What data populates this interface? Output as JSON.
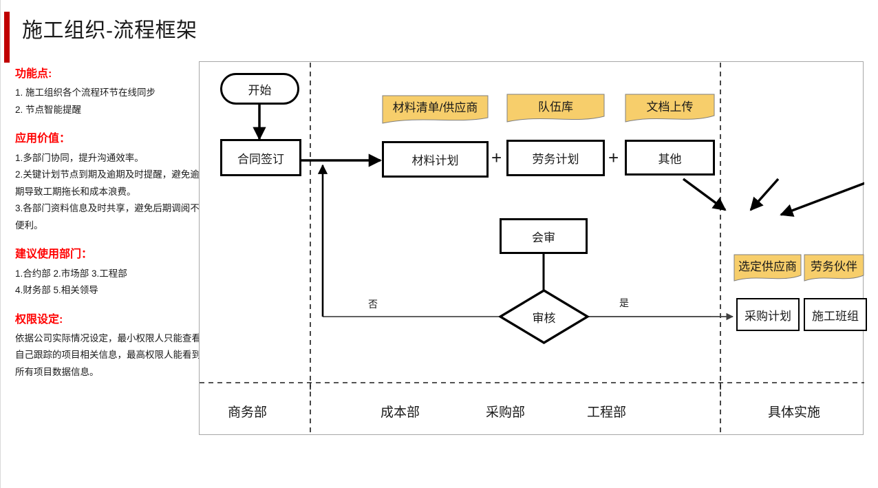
{
  "slide": {
    "title": "施工组织-流程框架",
    "accent_color": "#c00000",
    "heading_color": "#ff0000",
    "sticky_color": "#f7ce6b"
  },
  "notes": {
    "sections": [
      {
        "heading": "功能点:",
        "lines": [
          "1. 施工组织各个流程环节在线同步",
          "2. 节点智能提醒"
        ]
      },
      {
        "heading": "应用价值：",
        "lines": [
          "1.多部门协同，提升沟通效率。",
          "2.关键计划节点到期及逾期及时提醒，避免逾期导致工期拖长和成本浪费。",
          "3.各部门资料信息及时共享，避免后期调阅不便利。"
        ]
      },
      {
        "heading": "建议使用部门：",
        "lines": [
          "1.合约部 2.市场部 3.工程部",
          "4.财务部 5.相关领导"
        ]
      },
      {
        "heading": "权限设定:",
        "lines": [
          "依据公司实际情况设定，最小权限人只能查看自己跟踪的项目相关信息，最高权限人能看到所有项目数据信息。"
        ]
      }
    ]
  },
  "diagram": {
    "nodes": {
      "start": "开始",
      "contract": "合同签订",
      "material_plan": "材料计划",
      "labor_plan": "劳务计划",
      "other": "其他",
      "joint_review": "会审",
      "approval": "审核",
      "purchase_plan": "采购计划",
      "construction_team": "施工班组"
    },
    "sticky_notes": [
      "材料清单/供应商",
      "队伍库",
      "文档上传",
      "选定供应商",
      "劳务伙伴"
    ],
    "operators": [
      "+",
      "+"
    ],
    "edge_labels": {
      "no": "否",
      "yes": "是"
    },
    "lanes": [
      "商务部",
      "成本部",
      "采购部",
      "工程部",
      "具体实施"
    ]
  }
}
